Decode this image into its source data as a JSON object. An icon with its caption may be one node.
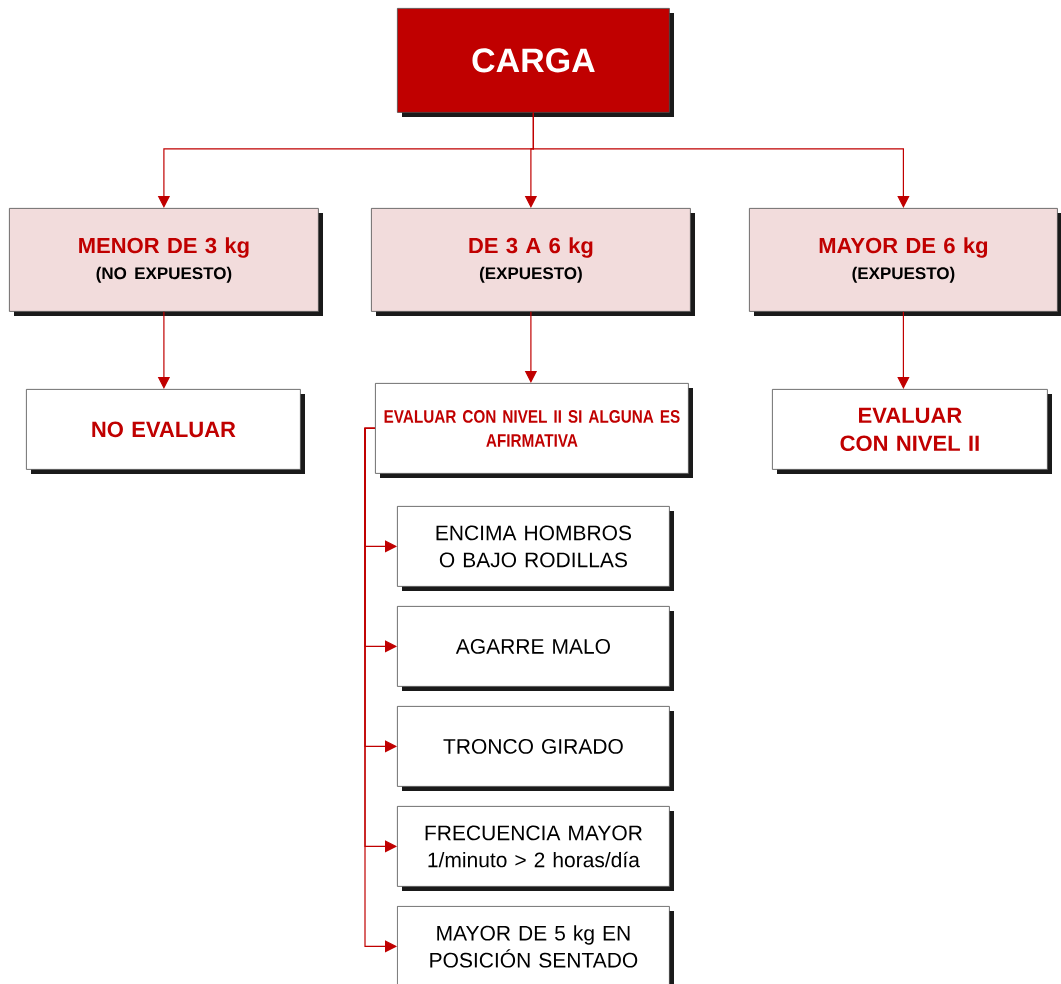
{
  "diagram": {
    "nodes": [
      {
        "text": [
          "CARGA"
        ]
      },
      {
        "text": [
          "MENOR DE 3 kg",
          "(NO EXPUESTO)"
        ]
      },
      {
        "text": [
          "DE 3 A 6 kg",
          "(EXPUESTO)"
        ]
      },
      {
        "text": [
          "MAYOR DE 6 kg",
          "(EXPUESTO)"
        ]
      },
      {
        "text": [
          "NO EVALUAR"
        ]
      },
      {
        "text": [
          "EVALUAR CON NIVEL II SI ALGUNA ES AFIRMATIVA"
        ]
      },
      {
        "text": [
          "EVALUAR CON NIVEL II"
        ]
      },
      {
        "text": [
          "ENCIMA HOMBROS O BAJO RODILLAS"
        ]
      },
      {
        "text": [
          "AGARRE MALO"
        ]
      },
      {
        "text": [
          "TRONCO GIRADO"
        ]
      },
      {
        "text": [
          "FRECUENCIA MAYOR 1/minuto > 2 horas/día"
        ]
      },
      {
        "text": [
          "MAYOR DE 5 kg EN POSICIÓN SENTADO"
        ]
      }
    ],
    "edges": [
      {
        "from": 0,
        "to": 1,
        "arrow": "to"
      },
      {
        "from": 0,
        "to": 2,
        "arrow": "to"
      },
      {
        "from": 0,
        "to": 3,
        "arrow": "to"
      },
      {
        "from": 1,
        "to": 4,
        "arrow": "to"
      },
      {
        "from": 2,
        "to": 5,
        "arrow": "to"
      },
      {
        "from": 3,
        "to": 6,
        "arrow": "to"
      },
      {
        "from": 5,
        "to": 7,
        "arrow": "to"
      },
      {
        "from": 5,
        "to": 8,
        "arrow": "to"
      },
      {
        "from": 5,
        "to": 9,
        "arrow": "to"
      },
      {
        "from": 5,
        "to": 10,
        "arrow": "to"
      },
      {
        "from": 5,
        "to": 11,
        "arrow": "to"
      }
    ]
  }
}
